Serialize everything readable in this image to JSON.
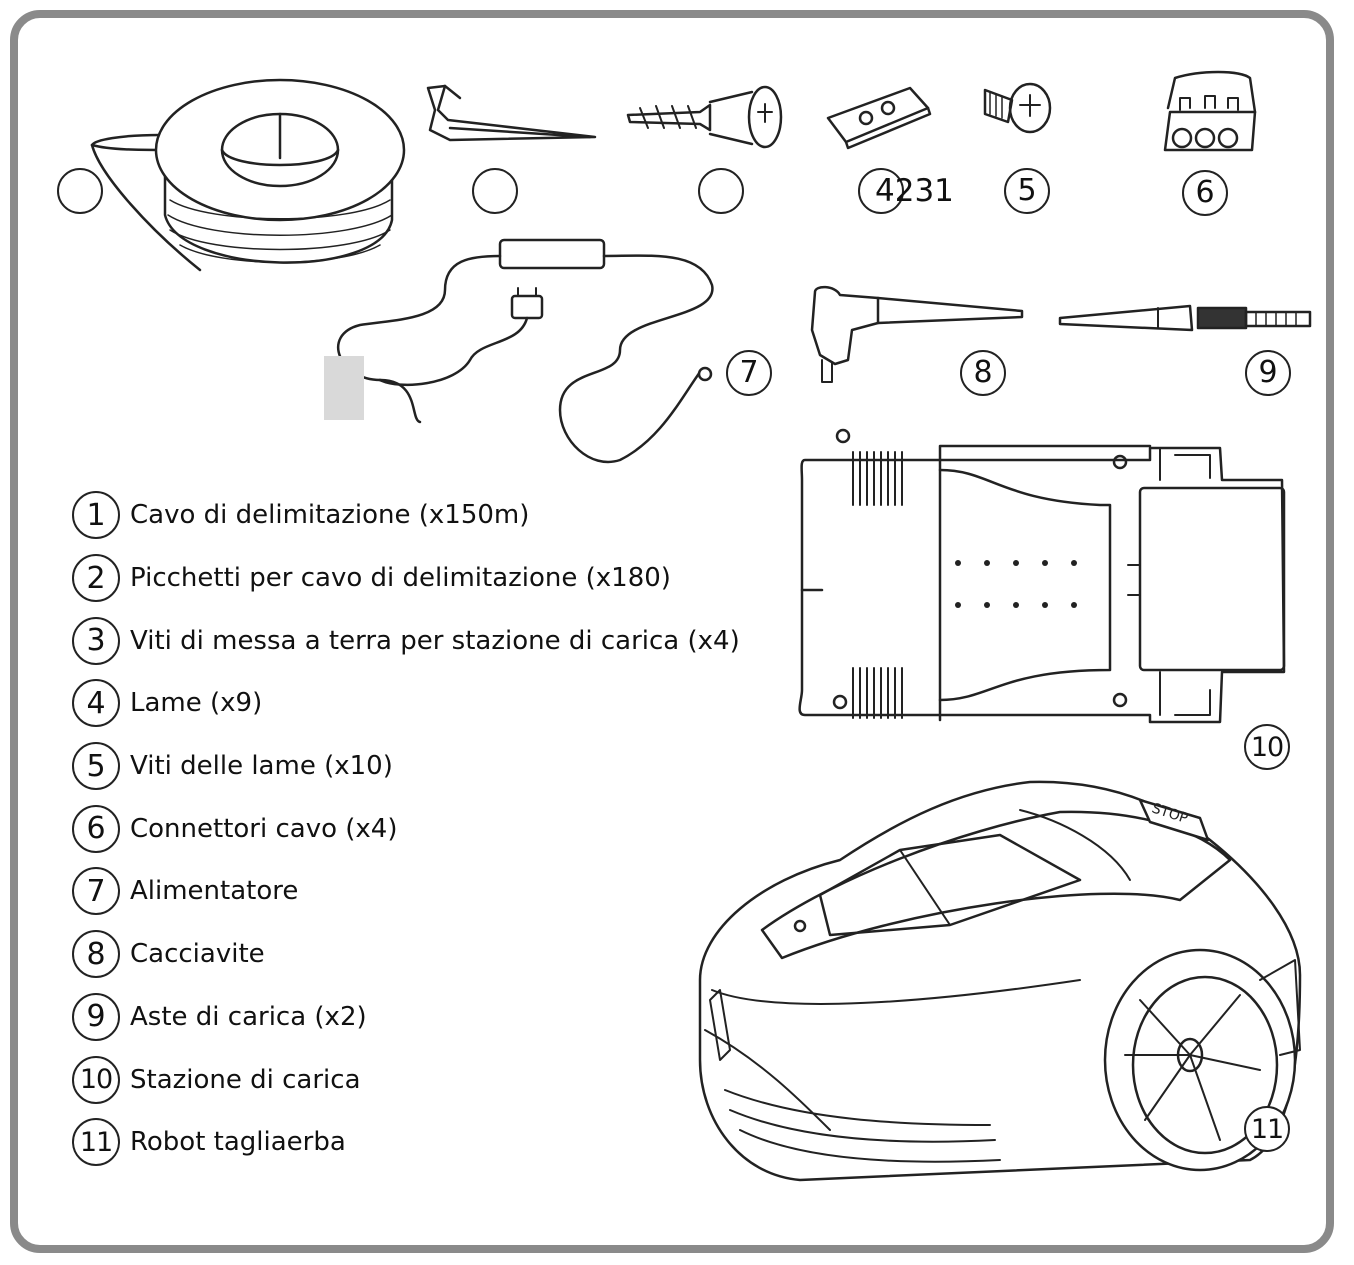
{
  "callouts": {
    "c1": "",
    "c2": "",
    "c3": "",
    "c4_text": "4231",
    "c5": "5",
    "c6": "6",
    "c7": "7",
    "c8": "8",
    "c9": "9",
    "c10": "10",
    "c11": "11"
  },
  "items": [
    {
      "num": "1",
      "label": "Cavo di delimitazione (x150m)"
    },
    {
      "num": "2",
      "label": "Picchetti per cavo di delimitazione (x180)"
    },
    {
      "num": "3",
      "label": "Viti di messa a terra per stazione di carica (x4)"
    },
    {
      "num": "4",
      "label": "Lame (x9)"
    },
    {
      "num": "5",
      "label": "Viti delle lame (x10)"
    },
    {
      "num": "6",
      "label": "Connettori cavo (x4)"
    },
    {
      "num": "7",
      "label": "Alimentatore"
    },
    {
      "num": "8",
      "label": "Cacciavite"
    },
    {
      "num": "9",
      "label": "Aste di carica (x2)"
    },
    {
      "num": "10",
      "label": "Stazione di carica"
    },
    {
      "num": "11",
      "label": "Robot tagliaerba"
    }
  ],
  "mower_button_text": "STOP",
  "colors": {
    "frame": "#8a8a8a",
    "line": "#222222",
    "placeholder": "#d9d9d9"
  }
}
